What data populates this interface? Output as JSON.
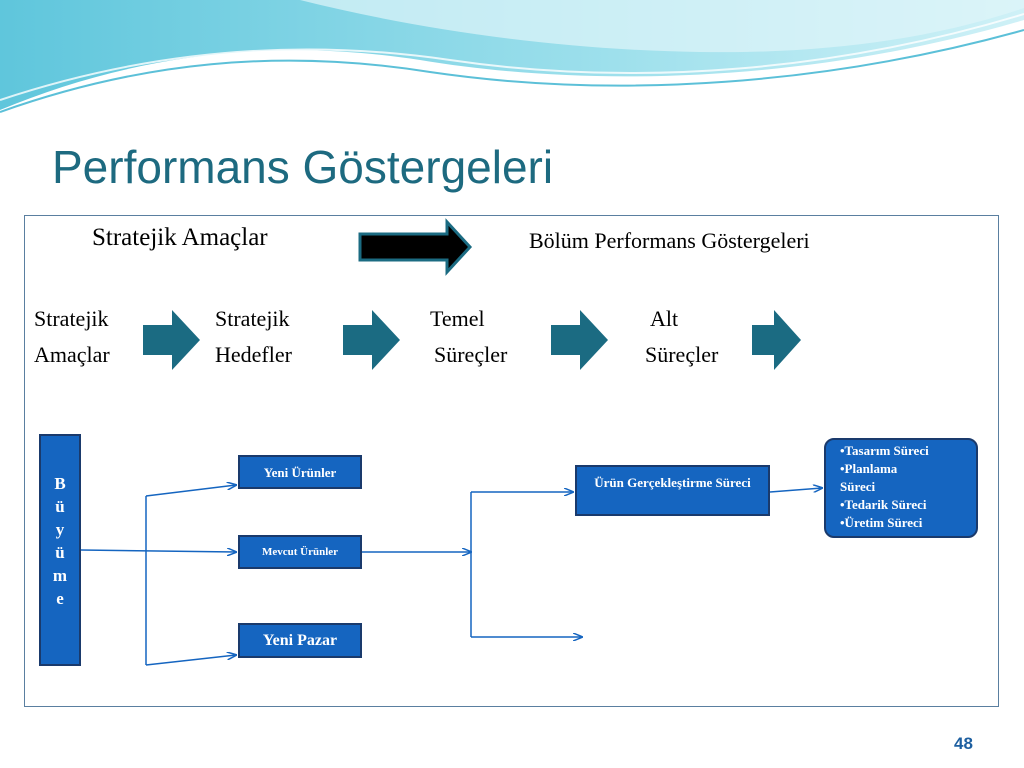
{
  "slide": {
    "title": "Performans Göstergeleri",
    "page_number": "48"
  },
  "header_row": {
    "left": "Stratejik Amaçlar",
    "right": "Bölüm Performans Göstergeleri"
  },
  "steps": [
    {
      "line1": "Stratejik",
      "line2": "Amaçlar"
    },
    {
      "line1": "Stratejik",
      "line2": "Hedefler"
    },
    {
      "line1": "Temel",
      "line2": "Süreçler"
    },
    {
      "line1": "Alt",
      "line2": "Süreçler"
    }
  ],
  "diagram": {
    "growth_letters": [
      "B",
      "ü",
      "y",
      "ü",
      "m",
      "e"
    ],
    "yeni_urunler": "Yeni Ürünler",
    "mevcut_urunler": "Mevcut Ürünler",
    "yeni_pazar": "Yeni Pazar",
    "urun_gerceklestirme": "Ürün Gerçekleştirme Süreci",
    "sub_processes": [
      "•Tasarım Süreci",
      "•Planlama Süreci",
      "•Tedarik Süreci",
      "•Üretim Süreci"
    ]
  },
  "colors": {
    "title": "#1d6a80",
    "box_fill": "#1565c0",
    "box_border": "#1a3a6c",
    "step_arrow": "#1b6b82",
    "banner_light": "#cfeef5",
    "banner_mid": "#7fd3e3"
  }
}
